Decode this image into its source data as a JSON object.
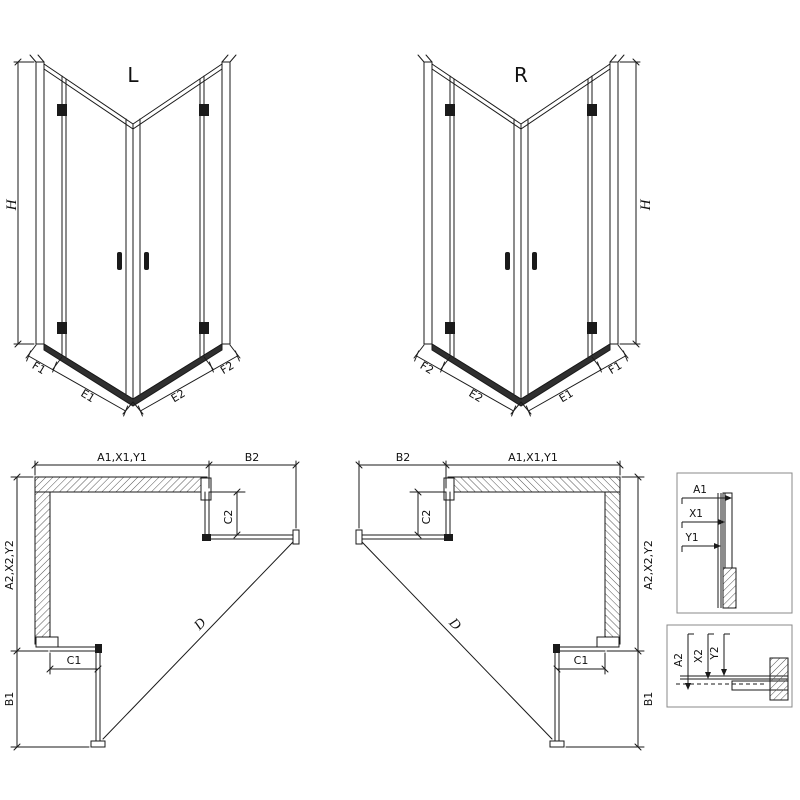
{
  "page": {
    "background": "#ffffff",
    "line_color": "#1a1a1a",
    "threshold_color": "#2f2f2f"
  },
  "view3d_left": {
    "title": "L",
    "height_label": "H",
    "f1": "F1",
    "e1": "E1",
    "e2": "E2",
    "f2": "F2"
  },
  "view3d_right": {
    "title": "R",
    "height_label": "H",
    "f1": "F1",
    "e1": "E1",
    "e2": "E2",
    "f2": "F2"
  },
  "plan_left": {
    "width_label": "A1,X1,Y1",
    "b2": "B2",
    "c2": "C2",
    "depth_label": "A2,X2,Y2",
    "b1": "B1",
    "c1": "C1",
    "diagonal": "D"
  },
  "plan_right": {
    "width_label": "A1,X1,Y1",
    "b2": "B2",
    "c2": "C2",
    "depth_label": "A2,X2,Y2",
    "b1": "B1",
    "c1": "C1",
    "diagonal": "D"
  },
  "detail_top": {
    "a1": "A1",
    "x1": "X1",
    "y1": "Y1"
  },
  "detail_bottom": {
    "a2": "A2",
    "x2": "X2",
    "y2": "Y2"
  }
}
